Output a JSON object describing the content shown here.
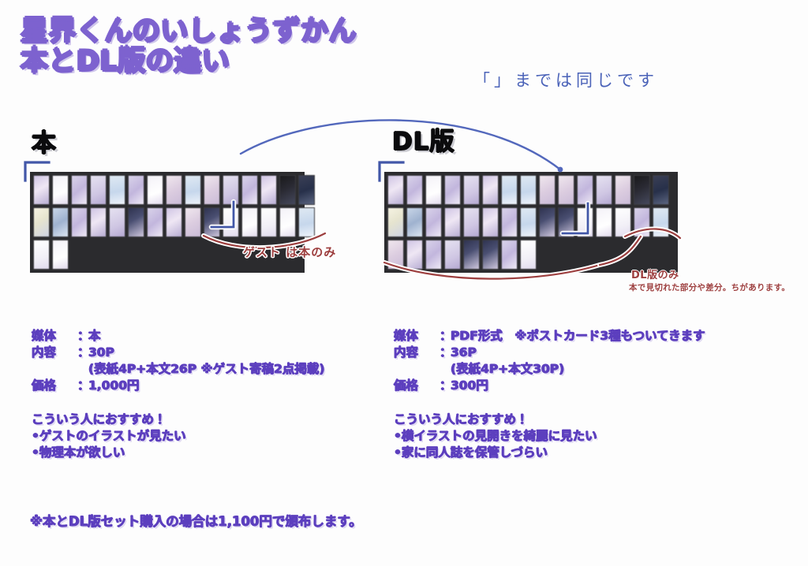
{
  "title": {
    "line1": "星界くんのいしょうずかん",
    "line2": "本とDL版の違い",
    "color": "#7d62cf"
  },
  "annotations": {
    "same_until": "「」までは同じです",
    "same_until_color": "#4a62b8",
    "guest_book_only": "ゲスト は本のみ",
    "dl_only": "DL版のみ",
    "dl_only_detail": "本で見切れた部分や差分。ちがあります。",
    "red_color": "#9d3f3f"
  },
  "columns": [
    {
      "id": "book",
      "header": "本",
      "header_color": "#0b0b0d",
      "specs": [
        {
          "label": "媒体",
          "sep": "：",
          "value": "本"
        },
        {
          "label": "内容",
          "sep": "：",
          "value": "30P"
        }
      ],
      "sub_note": "(表紙4P+本文26P ※ゲスト寄稿2点掲載)",
      "price_label": "価格",
      "price_sep": "：",
      "price_value": "1,000円",
      "reco_heading": "こういう人におすすめ！",
      "reco_items": [
        "•ゲストのイラストが見たい",
        "•物理本が欲しい"
      ],
      "thumb_grid": [
        [
          "t-a",
          "t-b",
          "t-c",
          "t-f",
          "t-d",
          "t-c",
          "t-b",
          "t-e",
          "t-d",
          "t-e",
          "t-f",
          "t-c",
          "t-a",
          "t-i",
          "t-h"
        ],
        [
          "t-g",
          "t-k",
          "t-c",
          "t-a",
          "t-f",
          "t-m",
          "t-c",
          "t-a",
          "t-e",
          "t-m",
          "t-j",
          "t-b",
          "t-j",
          "t-b",
          "t-d"
        ],
        [
          "t-j",
          "t-b"
        ]
      ]
    },
    {
      "id": "dl",
      "header": "DL版",
      "header_color": "#0b0b0d",
      "specs": [
        {
          "label": "媒体",
          "sep": "：",
          "value": "PDF形式　※ポストカード3種もついてきます"
        },
        {
          "label": "内容",
          "sep": "：",
          "value": "36P"
        }
      ],
      "sub_note": "(表紙4P+本文30P)",
      "price_label": "価格",
      "price_sep": "：",
      "price_value": "300円",
      "reco_heading": "こういう人におすすめ！",
      "reco_items": [
        "•横イラストの見開きを綺麗に見たい",
        "•家に同人誌を保管しづらい"
      ],
      "thumb_grid": [
        [
          "t-a",
          "t-c",
          "t-b",
          "t-c",
          "t-f",
          "t-a",
          "t-d",
          "t-d",
          "t-e",
          "t-e",
          "t-c",
          "t-f",
          "t-e",
          "t-i",
          "t-h"
        ],
        [
          "t-g",
          "t-k",
          "t-c",
          "t-a",
          "t-f",
          "t-a",
          "t-c",
          "t-d",
          "t-m",
          "t-m",
          "t-j",
          "t-b",
          "t-j",
          "t-c",
          "t-d"
        ],
        [
          "t-e",
          "t-a",
          "t-c",
          "t-f",
          "t-m",
          "t-m",
          "t-c",
          "t-j"
        ]
      ]
    }
  ],
  "footer": {
    "note": "※本とDL版セット購入の場合は1,100円で頒布します。",
    "color": "#5c3fbe"
  },
  "theme": {
    "text_purple": "#5c3fbe",
    "panel_bg": "#2b2b2e",
    "page_bg": "#ffffff"
  }
}
